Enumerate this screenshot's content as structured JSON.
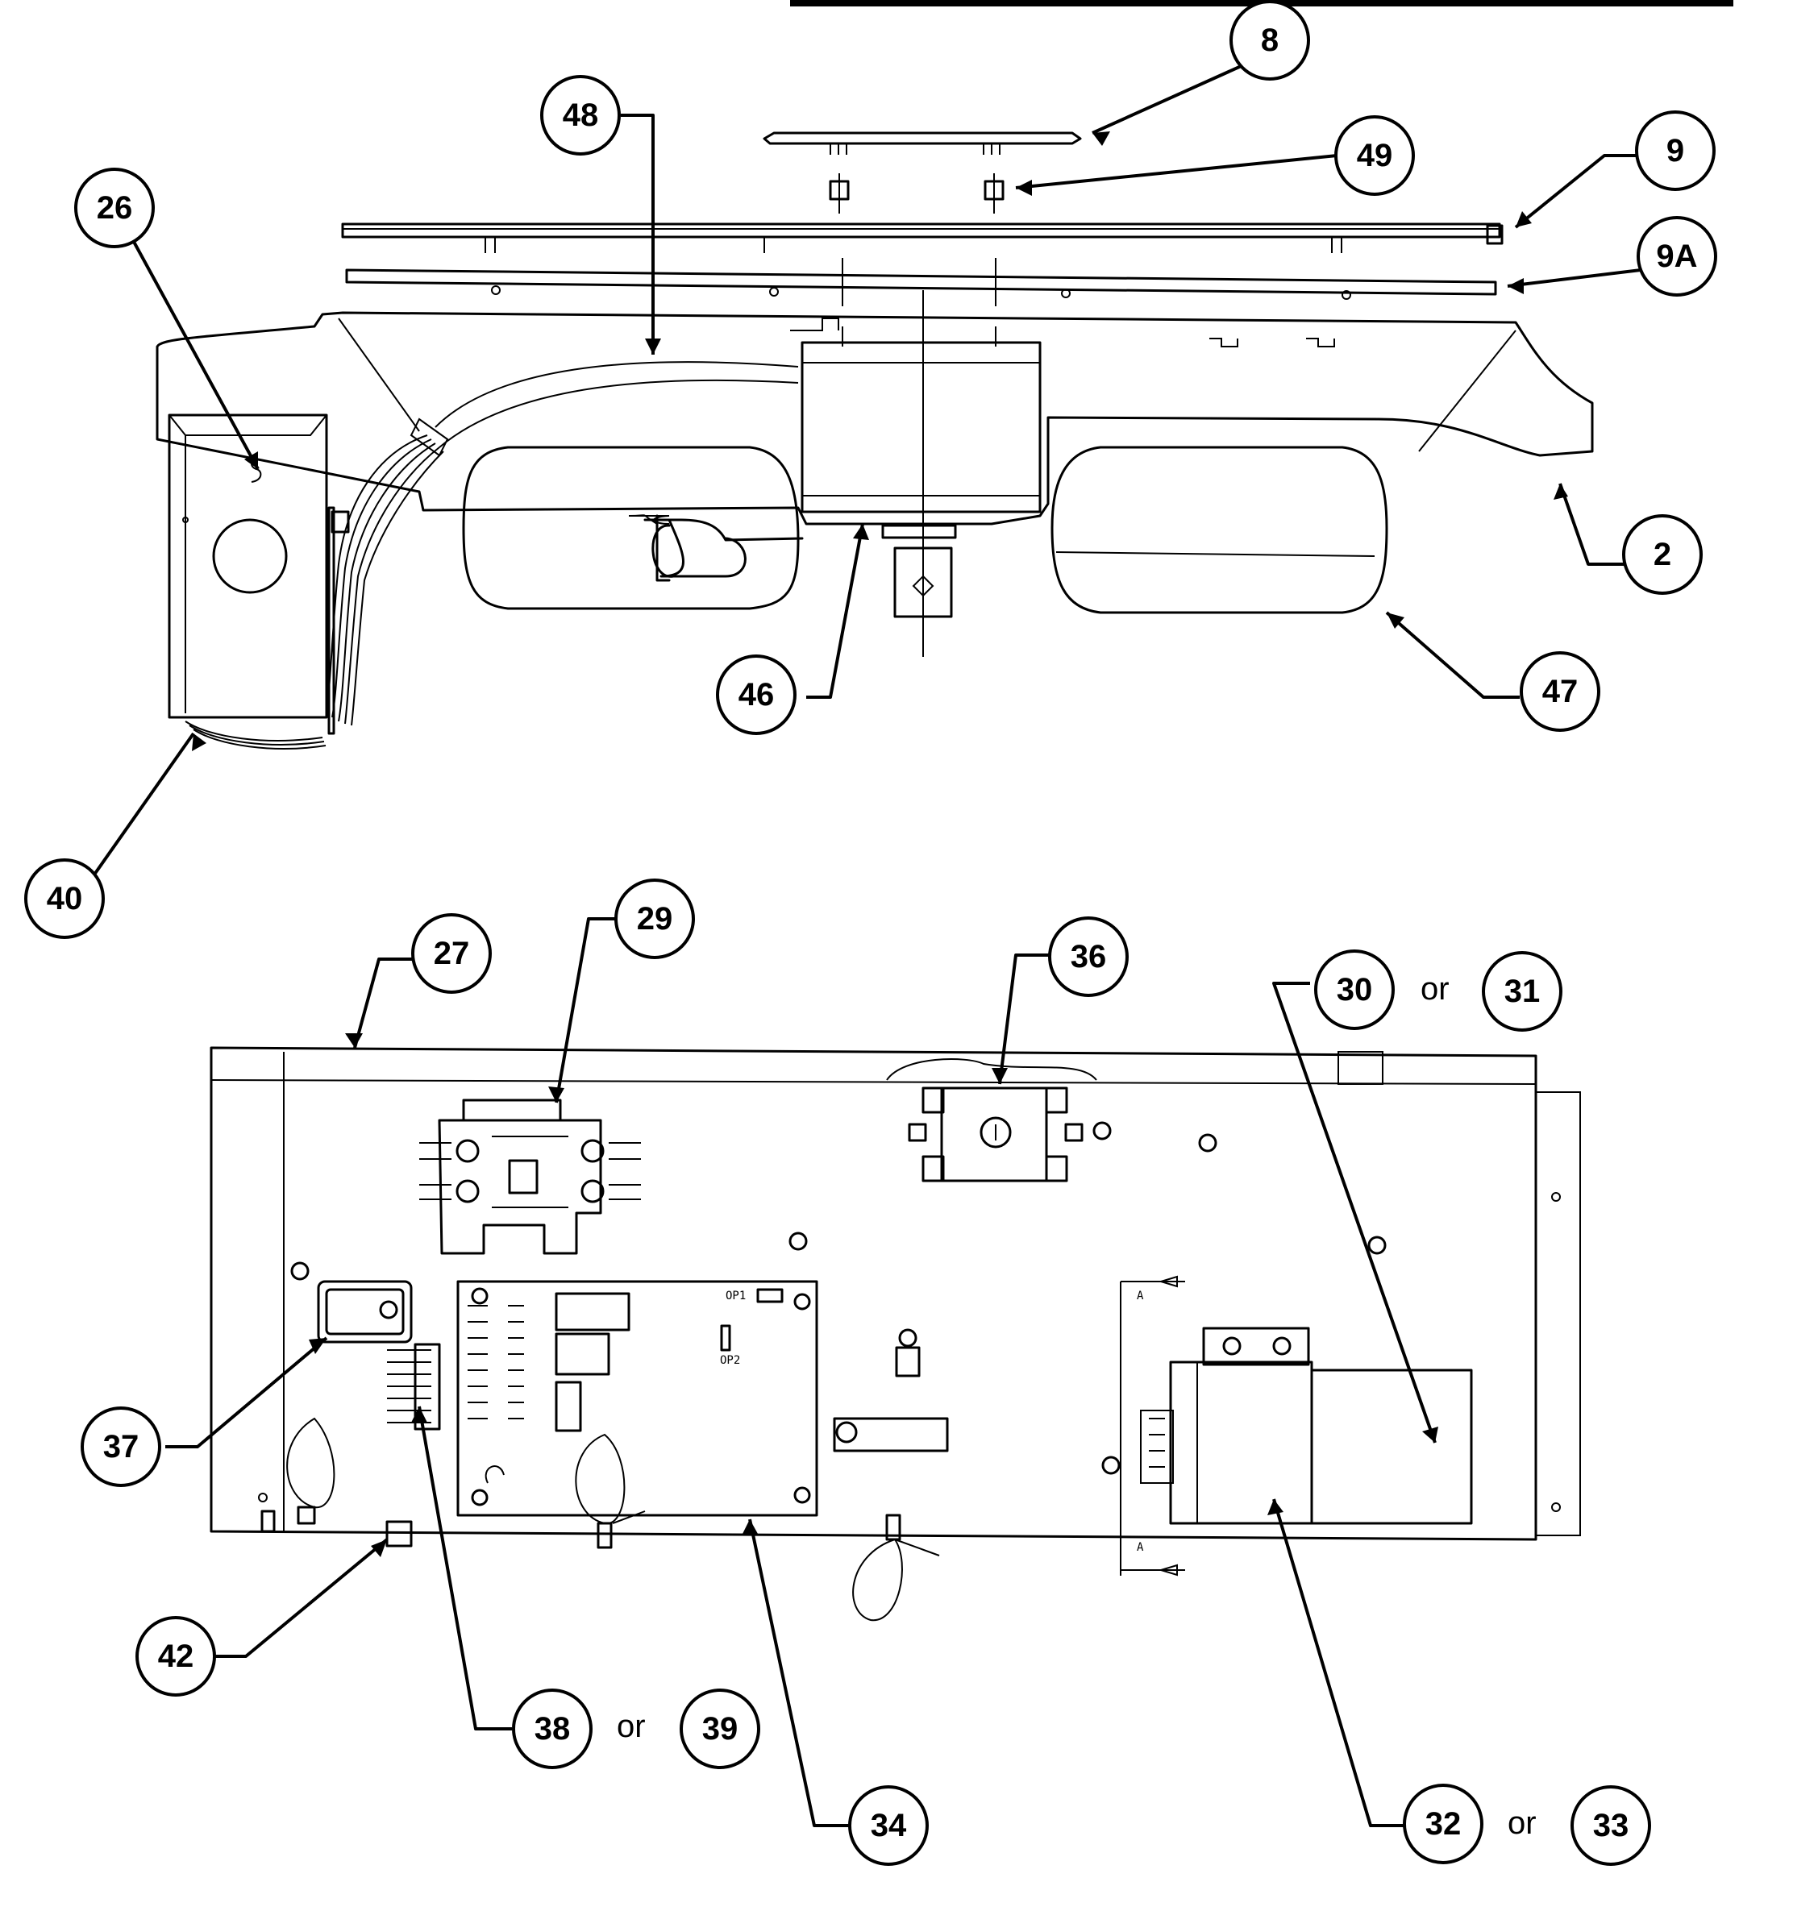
{
  "callouts": [
    {
      "id": "c8",
      "label": "8"
    },
    {
      "id": "c48",
      "label": "48"
    },
    {
      "id": "c49",
      "label": "49"
    },
    {
      "id": "c9",
      "label": "9"
    },
    {
      "id": "c26",
      "label": "26"
    },
    {
      "id": "c9a",
      "label": "9A"
    },
    {
      "id": "c2",
      "label": "2"
    },
    {
      "id": "c46",
      "label": "46"
    },
    {
      "id": "c47",
      "label": "47"
    },
    {
      "id": "c40",
      "label": "40"
    },
    {
      "id": "c27",
      "label": "27"
    },
    {
      "id": "c29",
      "label": "29"
    },
    {
      "id": "c36",
      "label": "36"
    },
    {
      "id": "c30",
      "label": "30"
    },
    {
      "id": "c31",
      "label": "31"
    },
    {
      "id": "c37",
      "label": "37"
    },
    {
      "id": "c42",
      "label": "42"
    },
    {
      "id": "c38",
      "label": "38"
    },
    {
      "id": "c39",
      "label": "39"
    },
    {
      "id": "c34",
      "label": "34"
    },
    {
      "id": "c32",
      "label": "32"
    },
    {
      "id": "c33",
      "label": "33"
    }
  ],
  "conjunction": "or",
  "board_labels": {
    "op1": "OP1",
    "op2": "OP2",
    "section_mark": "A"
  }
}
